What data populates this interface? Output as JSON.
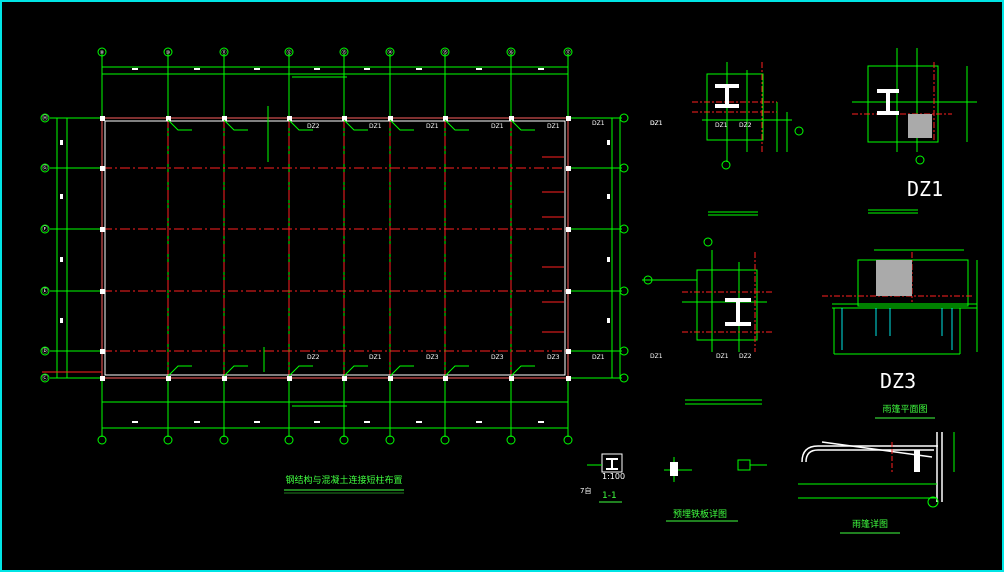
{
  "drawing": {
    "main_title": "钢结构与混凝土连接短柱布置",
    "grid_top_bubbles": [
      "⑧",
      "⑩",
      "⑪",
      "⑫",
      "⑬",
      "⑭",
      "⑮",
      "⑯",
      "⑰"
    ],
    "grid_left_bubbles": [
      "Ⓗ",
      "Ⓖ",
      "Ⓕ",
      "Ⓔ",
      "Ⓓ",
      "Ⓒ"
    ],
    "top_row_columns": [
      "DZ2",
      "DZ1",
      "DZ1",
      "DZ1",
      "DZ1"
    ],
    "bottom_row_columns": [
      "DZ2",
      "DZ1",
      "DZ3",
      "DZ3",
      "DZ3"
    ],
    "left_edge_label": "DZ1",
    "right_top_label": "DZ1",
    "right_bottom_label": "DZ1"
  },
  "details": {
    "detail1_labels": [
      "DZ1",
      "DZ2"
    ],
    "detail1_left_label": "DZ1",
    "dz1_title": "DZ1",
    "detail3_labels": [
      "DZ1",
      "DZ2"
    ],
    "detail3_left_label": "DZ1",
    "dz3_title": "DZ3",
    "canopy_plan_title": "雨篷平面图",
    "canopy_detail_title": "雨篷详图",
    "section_title": "1-1",
    "section_scale": "1:100",
    "section_mark": "7自",
    "embed_title": "预埋铁板详图"
  },
  "colors": {
    "background": "#000000",
    "border": "#00e5e5",
    "grid": "#00ff00",
    "axis": "#ff2020",
    "outline": "#ffffff",
    "title": "#40ff40",
    "text": "#ffffff",
    "magenta": "#ff40ff"
  }
}
